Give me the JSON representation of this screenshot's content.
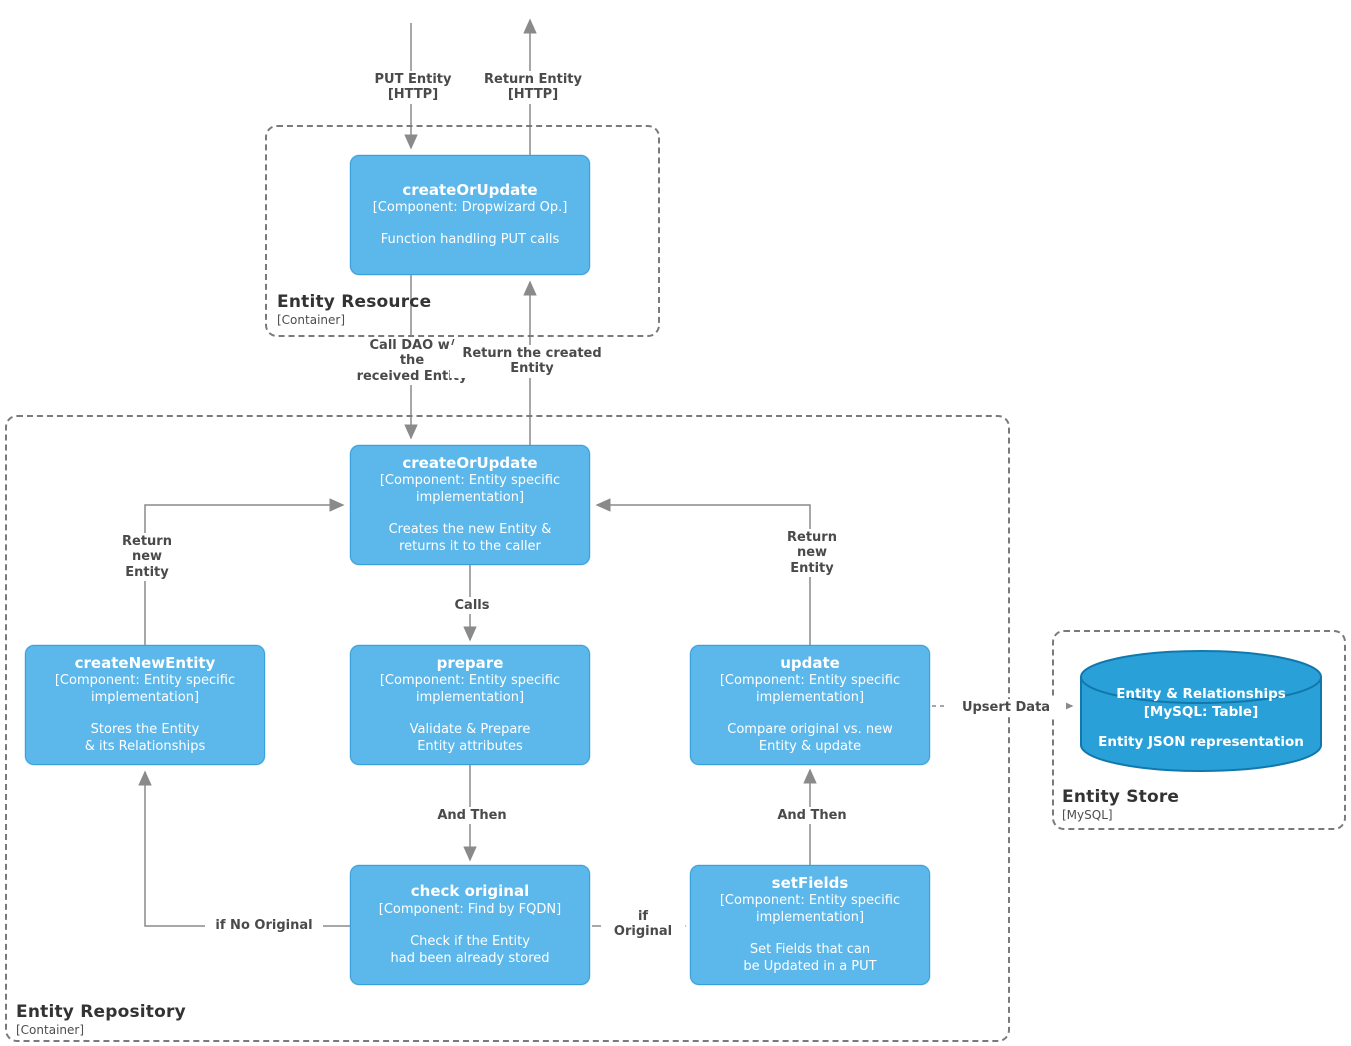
{
  "colors": {
    "component_fill": "#5CB7EA",
    "component_border": "#38A1DC",
    "cylinder_fill": "#29A0D8",
    "cylinder_border": "#1278AC",
    "edge": "#8a8a8a",
    "container_border": "#7a7a7a"
  },
  "containers": {
    "resource": {
      "title": "Entity Resource",
      "subtitle": "[Container]"
    },
    "repository": {
      "title": "Entity Repository",
      "subtitle": "[Container]"
    },
    "store": {
      "title": "Entity Store",
      "subtitle": "[MySQL]"
    }
  },
  "components": {
    "co_resource": {
      "title": "createOrUpdate",
      "type": "[Component: Dropwizard Op.]",
      "desc": "Function handling PUT calls"
    },
    "co_repo": {
      "title": "createOrUpdate",
      "type": "[Component: Entity specific\nimplementation]",
      "desc": "Creates the new Entity &\nreturns it to the caller"
    },
    "create_new_entity": {
      "title": "createNewEntity",
      "type": "[Component: Entity specific\nimplementation]",
      "desc": "Stores the Entity\n& its Relationships"
    },
    "prepare": {
      "title": "prepare",
      "type": "[Component: Entity specific\nimplementation]",
      "desc": "Validate & Prepare\nEntity attributes"
    },
    "update": {
      "title": "update",
      "type": "[Component: Entity specific\nimplementation]",
      "desc": "Compare original vs. new\nEntity & update"
    },
    "check_original": {
      "title": "check original",
      "type": "[Component: Find by FQDN]",
      "desc": "Check if the Entity\nhad been already stored"
    },
    "set_fields": {
      "title": "setFields",
      "type": "[Component: Entity specific\nimplementation]",
      "desc": "Set Fields that can\nbe Updated in a PUT"
    }
  },
  "store_node": {
    "title": "Entity & Relationships",
    "type": "[MySQL: Table]",
    "desc": "Entity JSON representation"
  },
  "edges": {
    "put_entity": "PUT Entity\n[HTTP]",
    "return_entity": "Return Entity\n[HTTP]",
    "call_dao": "Call DAO w/\nthe\nreceived Entity",
    "return_created": "Return the created\nEntity",
    "calls": "Calls",
    "return_new_left": "Return\nnew\nEntity",
    "return_new_right": "Return\nnew\nEntity",
    "and_then_left": "And Then",
    "and_then_right": "And Then",
    "if_no_original": "if No Original",
    "if_original": "if\nOriginal",
    "upsert_data": "Upsert Data"
  }
}
